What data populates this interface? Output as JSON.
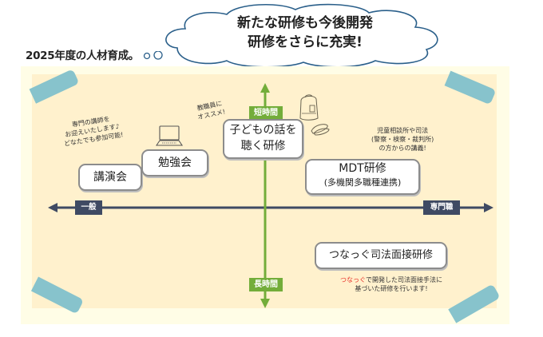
{
  "headline": "2025年度の人材育成。",
  "cloud": {
    "line1": "新たな研修も今後開発",
    "line2": "研修をさらに充実!"
  },
  "axes": {
    "horizontal": {
      "left_label": "一般",
      "right_label": "専門職"
    },
    "vertical": {
      "top_label": "短時間",
      "bottom_label": "長時間"
    }
  },
  "colors": {
    "horizontal_axis": "#3f4a63",
    "vertical_axis": "#73ad3a",
    "board": "#fff1cd",
    "tape": "#87c3cc",
    "highlight": "#e8312a"
  },
  "items": {
    "lecture": {
      "label": "講演会"
    },
    "study": {
      "label": "勉強会"
    },
    "child_talk": {
      "line1": "子どもの話を",
      "line2": "聴く研修"
    },
    "mdt": {
      "line1": "MDT研修",
      "line2": "(多機関多職種連携)"
    },
    "tsunagu": {
      "label": "つなっぐ司法面接研修"
    }
  },
  "notes": {
    "lecture_note": [
      "専門の講師を",
      "お迎えいたします♪",
      "どなたでも参加可能!"
    ],
    "teacher_note": [
      "教職員に",
      "オススメ!"
    ],
    "mdt_note": [
      "児童相談所や司法",
      "(警察・検察・裁判所)",
      "の方からの講義!"
    ],
    "tsunagu_note": {
      "highlight": "つなっぐ",
      "rest1": "で開発した司法面接手法に",
      "line2": "基づいた研修を行います!"
    }
  },
  "icons": [
    "laptop-icon",
    "school-backpack-icon",
    "shoes-icon"
  ]
}
